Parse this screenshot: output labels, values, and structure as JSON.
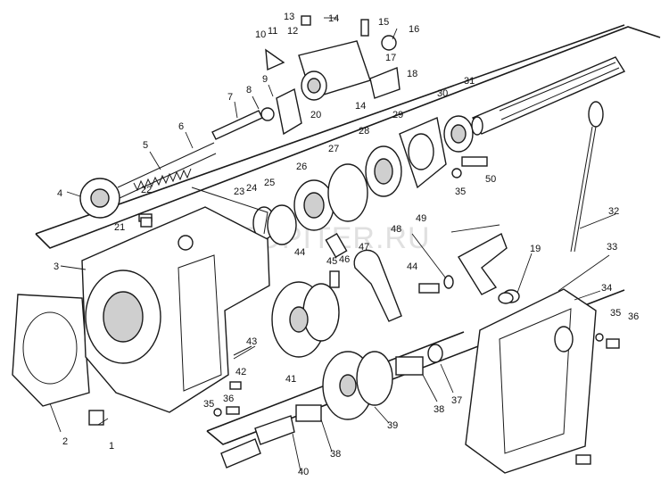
{
  "diagram": {
    "watermark": "AUTOPITER.RU",
    "callouts": [
      {
        "id": "c1",
        "label": "1"
      },
      {
        "id": "c2",
        "label": "2"
      },
      {
        "id": "c3",
        "label": "3"
      },
      {
        "id": "c4",
        "label": "4"
      },
      {
        "id": "c5",
        "label": "5"
      },
      {
        "id": "c6",
        "label": "6"
      },
      {
        "id": "c7",
        "label": "7"
      },
      {
        "id": "c8",
        "label": "8"
      },
      {
        "id": "c9",
        "label": "9"
      },
      {
        "id": "c10",
        "label": "10"
      },
      {
        "id": "c11",
        "label": "11"
      },
      {
        "id": "c12",
        "label": "12"
      },
      {
        "id": "c13",
        "label": "13"
      },
      {
        "id": "c14a",
        "label": "14"
      },
      {
        "id": "c14b",
        "label": "14"
      },
      {
        "id": "c15",
        "label": "15"
      },
      {
        "id": "c16",
        "label": "16"
      },
      {
        "id": "c17",
        "label": "17"
      },
      {
        "id": "c18",
        "label": "18"
      },
      {
        "id": "c19",
        "label": "19"
      },
      {
        "id": "c20",
        "label": "20"
      },
      {
        "id": "c21",
        "label": "21"
      },
      {
        "id": "c22",
        "label": "22"
      },
      {
        "id": "c23",
        "label": "23"
      },
      {
        "id": "c24",
        "label": "24"
      },
      {
        "id": "c25",
        "label": "25"
      },
      {
        "id": "c26",
        "label": "26"
      },
      {
        "id": "c27",
        "label": "27"
      },
      {
        "id": "c28",
        "label": "28"
      },
      {
        "id": "c29",
        "label": "29"
      },
      {
        "id": "c30",
        "label": "30"
      },
      {
        "id": "c31",
        "label": "31"
      },
      {
        "id": "c32",
        "label": "32"
      },
      {
        "id": "c33",
        "label": "33"
      },
      {
        "id": "c34",
        "label": "34"
      },
      {
        "id": "c35a",
        "label": "35"
      },
      {
        "id": "c35b",
        "label": "35"
      },
      {
        "id": "c35c",
        "label": "35"
      },
      {
        "id": "c36a",
        "label": "36"
      },
      {
        "id": "c36b",
        "label": "36"
      },
      {
        "id": "c37",
        "label": "37"
      },
      {
        "id": "c38a",
        "label": "38"
      },
      {
        "id": "c38b",
        "label": "38"
      },
      {
        "id": "c39",
        "label": "39"
      },
      {
        "id": "c40",
        "label": "40"
      },
      {
        "id": "c41",
        "label": "41"
      },
      {
        "id": "c42",
        "label": "42"
      },
      {
        "id": "c43",
        "label": "43"
      },
      {
        "id": "c44a",
        "label": "44"
      },
      {
        "id": "c44b",
        "label": "44"
      },
      {
        "id": "c45",
        "label": "45"
      },
      {
        "id": "c46",
        "label": "46"
      },
      {
        "id": "c47",
        "label": "47"
      },
      {
        "id": "c48",
        "label": "48"
      },
      {
        "id": "c49",
        "label": "49"
      },
      {
        "id": "c50",
        "label": "50"
      }
    ]
  }
}
